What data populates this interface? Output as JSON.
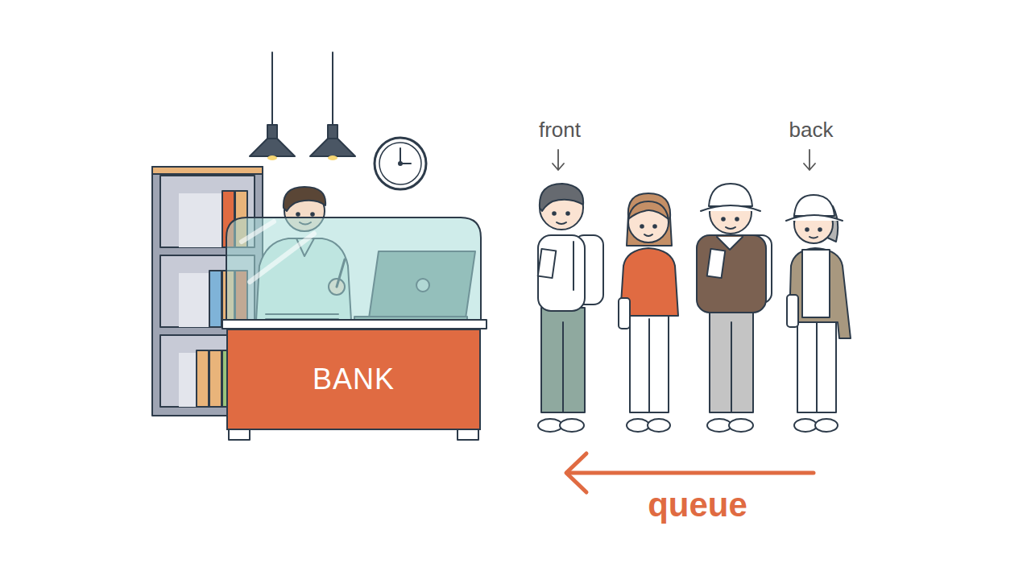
{
  "diagram": {
    "nodes": [
      {
        "text": [
          "BANK"
        ]
      }
    ],
    "labels": [
      "front",
      "back",
      "queue"
    ]
  }
}
